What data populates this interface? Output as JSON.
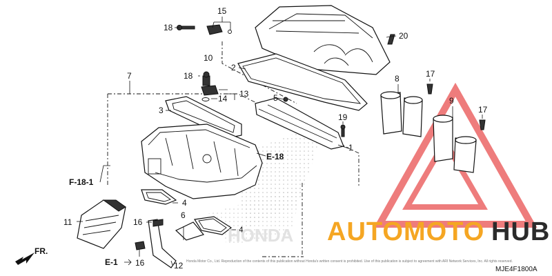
{
  "callouts": {
    "c1": "1",
    "c2": "2",
    "c3": "3",
    "c4a": "4",
    "c4b": "4",
    "c5": "5",
    "c6": "6",
    "c7": "7",
    "c8": "8",
    "c9": "9",
    "c10": "10",
    "c11": "11",
    "c12": "12",
    "c13": "13",
    "c14": "14",
    "c15": "15",
    "c16a": "16",
    "c16b": "16",
    "c17a": "17",
    "c17b": "17",
    "c18a": "18",
    "c18b": "18",
    "c19": "19",
    "c20": "20"
  },
  "refs": {
    "e18": "E-18",
    "f181": "F-18-1",
    "e1": "E-1",
    "fr": "FR."
  },
  "diagram_code": "MJE4F1800A",
  "brand_mark": "HONDA",
  "watermark": {
    "part1": "AUTOMOTO",
    "part2": "HUB",
    "color1": "#f5a623",
    "color2": "#2b2b2b",
    "triangle_color": "#e85050"
  },
  "footer_note": "Honda Motor Co., Ltd. Reproduction of the contents of this publication without Honda's written consent is prohibited. Use of this publication is subject to agreement with ARI Network Services, Inc. All rights reserved."
}
